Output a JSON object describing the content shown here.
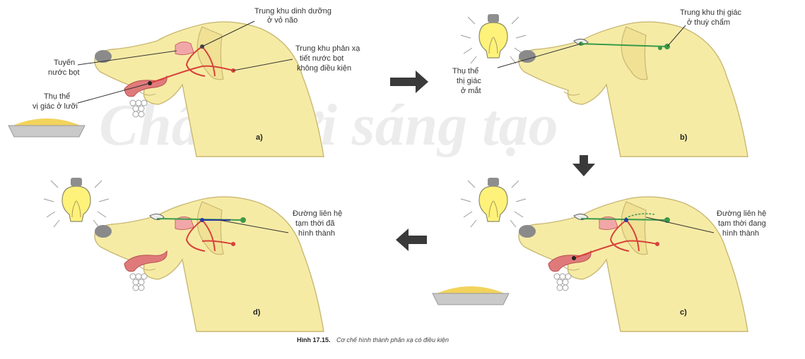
{
  "watermark": "Chân trời sáng tạo",
  "panel_a": {
    "label_center_nutrition_l1": "Trung khu dinh dưỡng",
    "label_center_nutrition_l2": "ở vỏ não",
    "label_reflex_center_l1": "Trung khu phản xạ",
    "label_reflex_center_l2": "tiết nước bọt",
    "label_reflex_center_l3": "không điều kiện",
    "label_salivary_l1": "Tuyến",
    "label_salivary_l2": "nước bọt",
    "label_taste_l1": "Thụ thể",
    "label_taste_l2": "vị giác ở lưỡi",
    "panel_letter": "a)"
  },
  "panel_b": {
    "label_visual_center_l1": "Trung khu thị giác",
    "label_visual_center_l2": "ở thuỳ chẩm",
    "label_visual_receptor_l1": "Thụ thể",
    "label_visual_receptor_l2": "thị giác",
    "label_visual_receptor_l3": "ở mắt",
    "panel_letter": "b)"
  },
  "panel_c": {
    "label_link_l1": "Đường liên hệ",
    "label_link_l2": "tạm thời đang",
    "label_link_l3": "hình thành",
    "panel_letter": "c)"
  },
  "panel_d": {
    "label_link_l1": "Đường liên hệ",
    "label_link_l2": "tạm thời đã",
    "label_link_l3": "hình thành",
    "panel_letter": "d)"
  },
  "caption": {
    "number": "Hình 17.15.",
    "text": "Cơ chế hình thành phản xạ có điều kiện"
  },
  "colors": {
    "dog_fill": "#f6eba5",
    "dog_outline": "#c8b873",
    "nose": "#8a8a8a",
    "tongue": "#e07a7a",
    "nerve_red": "#d8413a",
    "nerve_green": "#3a9a4a",
    "bulb": "#fff27a",
    "arrow": "#3a3a3a"
  }
}
